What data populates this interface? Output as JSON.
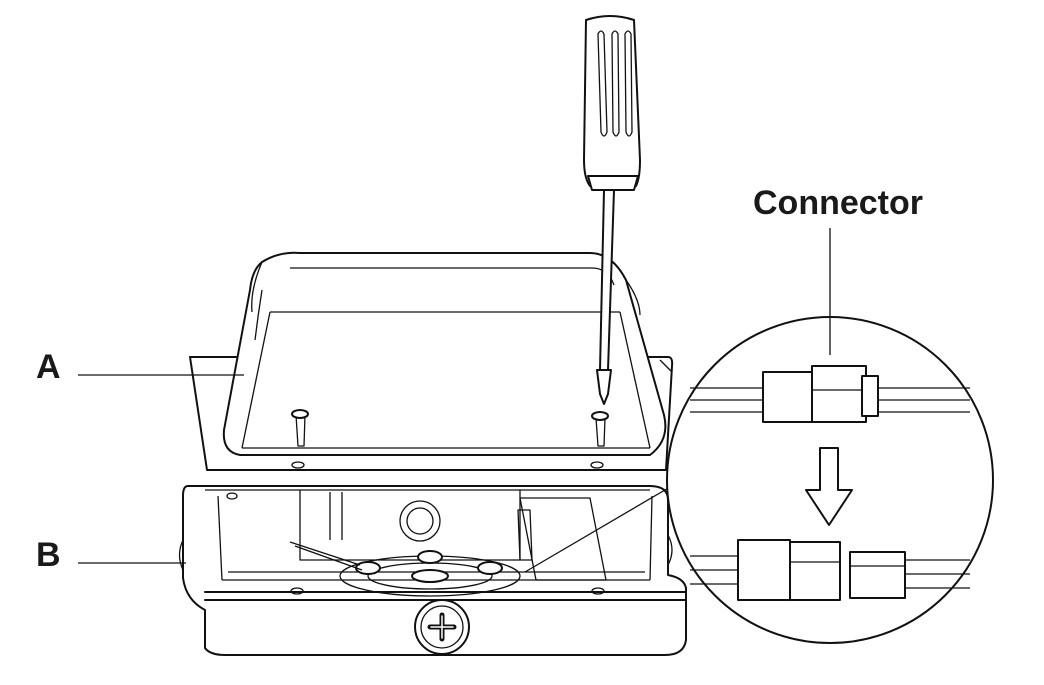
{
  "labels": {
    "connector": "Connector",
    "a": "A",
    "b": "B"
  },
  "colors": {
    "line": "#111111",
    "background": "#ffffff"
  }
}
